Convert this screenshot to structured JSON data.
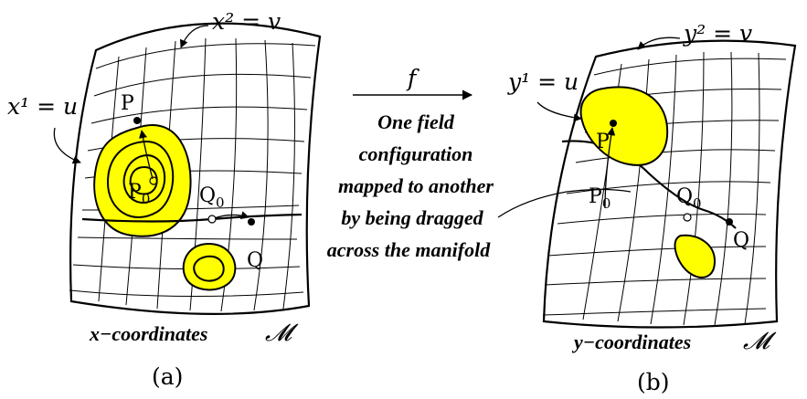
{
  "arrow_label": "f",
  "caption_lines": [
    "One field",
    "configuration",
    "mapped to another",
    "by being dragged",
    "across the manifold"
  ],
  "panel_a": {
    "label": "(a)",
    "coord_name": "x−coordinates",
    "manifold": "𝓜",
    "axis_top": "x² = v",
    "axis_left": "x¹ = u",
    "point_P": "P",
    "point_P0": "P",
    "point_P0_sub": "0",
    "point_Q": "Q",
    "point_Q0": "Q",
    "point_Q0_sub": "0"
  },
  "panel_b": {
    "label": "(b)",
    "coord_name": "y−coordinates",
    "manifold": "𝓜",
    "axis_top": "y² = v",
    "axis_left": "y¹ = u",
    "point_P": "P",
    "point_P0": "P",
    "point_P0_sub": "0",
    "point_Q": "Q",
    "point_Q0": "Q",
    "point_Q0_sub": "0"
  },
  "colors": {
    "field": "#ffff00",
    "ink": "#000000"
  }
}
